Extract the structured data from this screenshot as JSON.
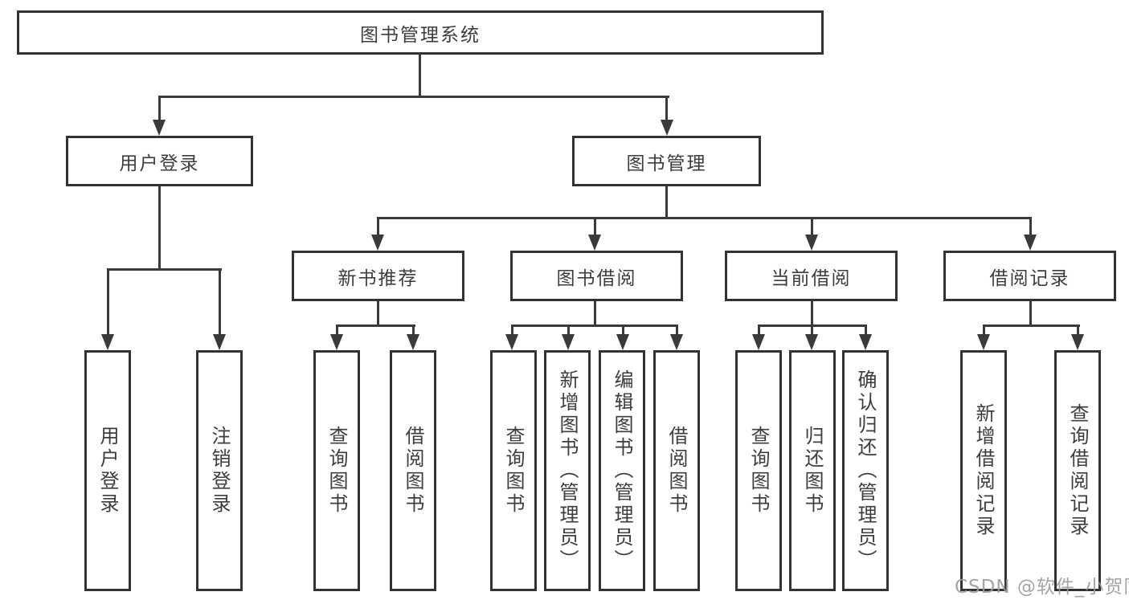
{
  "tree": {
    "root": {
      "label": "图书管理系统",
      "children": [
        {
          "label": "用户登录",
          "children": [
            {
              "label": "用户登录"
            },
            {
              "label": "注销登录"
            }
          ]
        },
        {
          "label": "图书管理",
          "children": [
            {
              "label": "新书推荐",
              "children": [
                {
                  "label": "查询图书"
                },
                {
                  "label": "借阅图书"
                }
              ]
            },
            {
              "label": "图书借阅",
              "children": [
                {
                  "label": "查询图书"
                },
                {
                  "label": "新增图书（管理员）"
                },
                {
                  "label": "编辑图书（管理员）"
                },
                {
                  "label": "借阅图书"
                }
              ]
            },
            {
              "label": "当前借阅",
              "children": [
                {
                  "label": "查询图书"
                },
                {
                  "label": "归还图书"
                },
                {
                  "label": "确认归还（管理员）"
                }
              ]
            },
            {
              "label": "借阅记录",
              "children": [
                {
                  "label": "新增借阅记录"
                },
                {
                  "label": "查询借阅记录"
                }
              ]
            }
          ]
        }
      ]
    }
  },
  "watermark": {
    "text": "CSDN @软件_小贺同学"
  },
  "colors": {
    "line": "#3a3a3a",
    "box_border": "#333333",
    "text": "#3d3d3d",
    "background": "#ffffff",
    "watermark": "#9b9b9b"
  }
}
